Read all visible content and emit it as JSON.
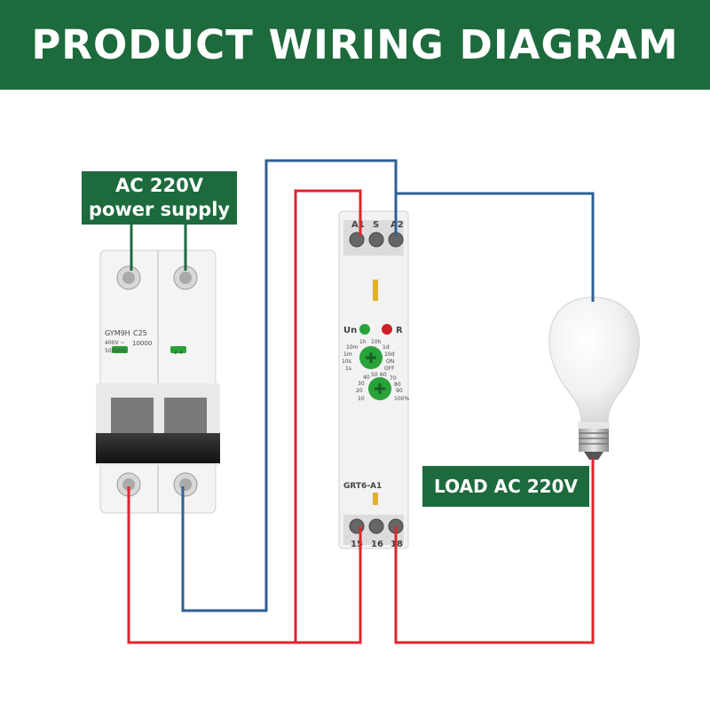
{
  "header": {
    "title": "PRODUCT WIRING DIAGRAM"
  },
  "labels": {
    "supply_line1": "AC 220V",
    "supply_line2": "power supply",
    "load": "LOAD AC 220V"
  },
  "breaker": {
    "model": "GYM9H",
    "rating": "C25",
    "capacity": "10000",
    "voltage": "400V ~",
    "frequency": "50/60Hz",
    "terminals_bottom": "2 4"
  },
  "relay": {
    "top_terminals": [
      "A1",
      "S",
      "A2"
    ],
    "led_un": "Un",
    "led_r": "R",
    "time_scale": [
      "1h",
      "10h",
      "10m",
      "1d",
      "1m",
      "10d",
      "10s",
      "ON",
      "1s",
      "OFF"
    ],
    "percent_scale": [
      "50",
      "60",
      "40",
      "70",
      "30",
      "80",
      "20",
      "90",
      "10",
      "100%"
    ],
    "model": "GRT6-A1",
    "bottom_terminals": [
      "15",
      "16",
      "18"
    ]
  },
  "colors": {
    "brand_green": "#1d6a3d",
    "wire_red": "#e0242f",
    "wire_blue": "#2d6196",
    "led_green": "#2aa23a",
    "led_red": "#d01f24"
  }
}
